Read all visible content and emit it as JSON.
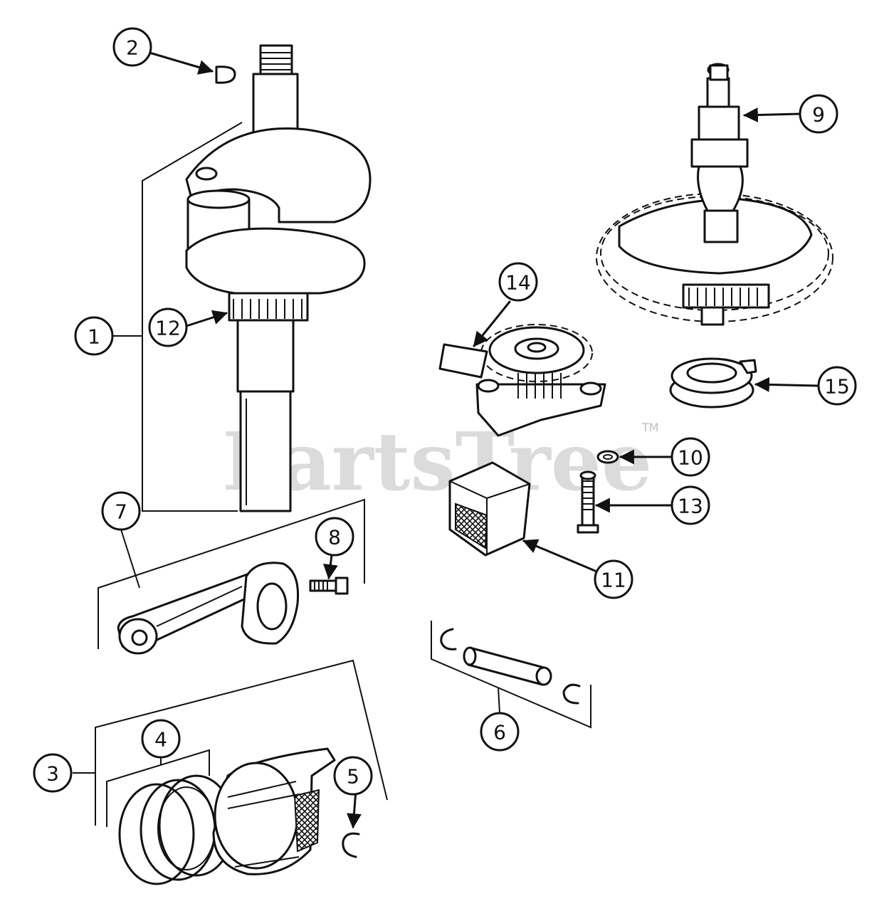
{
  "watermark": {
    "text": "PartsTree",
    "trademark": "TM"
  },
  "callouts": [
    "1",
    "2",
    "3",
    "4",
    "5",
    "6",
    "7",
    "8",
    "9",
    "10",
    "11",
    "12",
    "13",
    "14",
    "15"
  ]
}
